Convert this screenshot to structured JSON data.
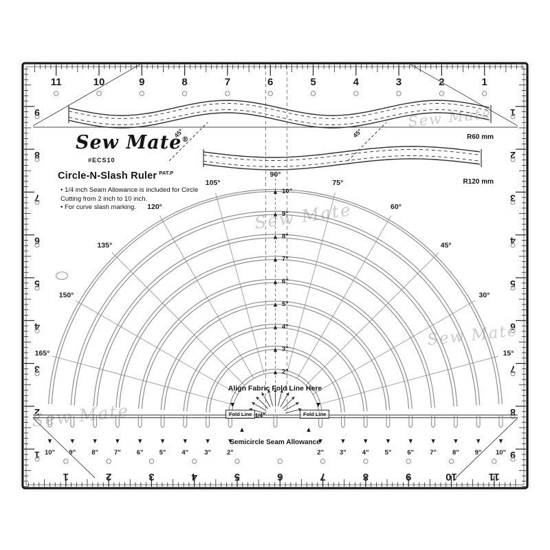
{
  "colors": {
    "ink": "#1c1c1c",
    "line": "#2e2e2e",
    "tick": "#222222",
    "arc": "#8d8d8d",
    "radial": "#a3a3a3",
    "watermark": "#cbcbcb",
    "hole": "#888888",
    "bg": "#ffffff"
  },
  "brand": {
    "name": "Sew Mate",
    "reg": "®",
    "model": "#ECS10"
  },
  "header": {
    "title": "Circle-N-Slash Ruler",
    "patent": "PAT.P",
    "bullets": [
      "• 1/4 inch Seam Allowance is included for Circle Cutting from 2 inch to 10 inch.",
      "• For curve slash marking."
    ]
  },
  "curve_guides": {
    "labels": [
      "R60 mm",
      "R120 mm"
    ],
    "bias_angle": "45°"
  },
  "scales": {
    "top": [
      "11",
      "10",
      "9",
      "8",
      "7",
      "6",
      "5",
      "4",
      "3",
      "2",
      "1"
    ],
    "bottom": [
      "1",
      "2",
      "3",
      "4",
      "5",
      "6",
      "7",
      "8",
      "9",
      "10",
      "11"
    ],
    "left": [
      "9",
      "8",
      "7",
      "6",
      "5",
      "4",
      "3",
      "2",
      "1"
    ],
    "right": [
      "1",
      "2",
      "3",
      "4",
      "5",
      "6",
      "7",
      "8",
      "9"
    ]
  },
  "protractor": {
    "angle_labels": [
      "15°",
      "30°",
      "45°",
      "60°",
      "75°",
      "90°",
      "105°",
      "120°",
      "135°",
      "150°",
      "165°"
    ],
    "diameters": [
      "2\"",
      "3\"",
      "4\"",
      "5\"",
      "6\"",
      "7\"",
      "8\"",
      "9\"",
      "10\""
    ],
    "align_text": "Align Fabric Fold Line Here",
    "fold_line": "Fold Line",
    "quarter": "1/4\"",
    "seam_text": "Semicircle Seam Allowance"
  },
  "watermark_text": "Sew Mate"
}
